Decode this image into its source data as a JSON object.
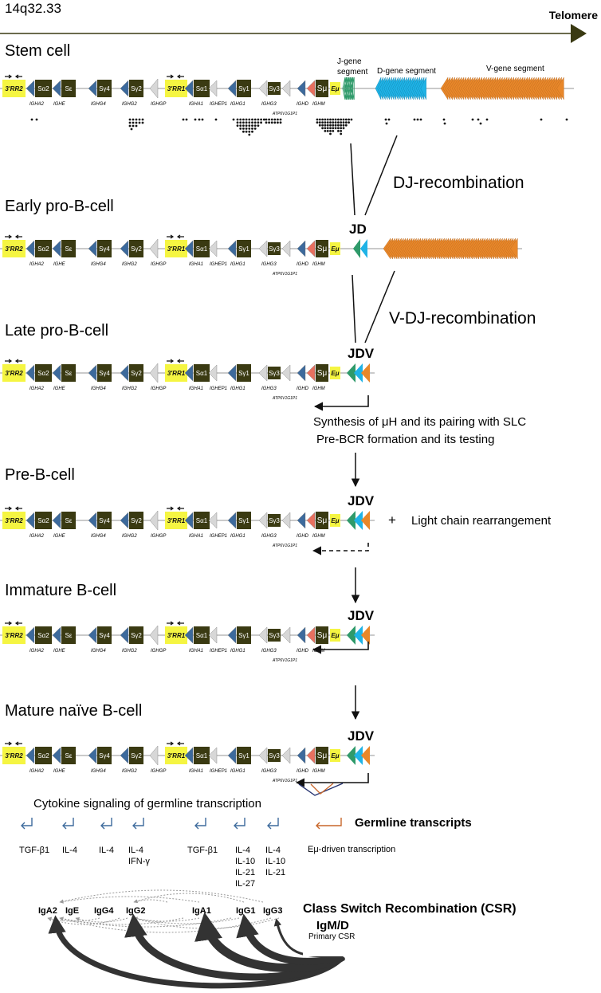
{
  "header": {
    "locus": "14q32.33",
    "telomere": "Telomere"
  },
  "colors": {
    "box_yellow": "#f5f542",
    "box_dark": "#3a3a12",
    "tri_blue": "#3d6a9c",
    "tri_grey": "#d7d7d7",
    "tri_red": "#e8705f",
    "j_green": "#2f9a6a",
    "d_cyan": "#1fb3e6",
    "v_orange": "#e8872a",
    "backbone": "#aaaaaa",
    "csr_dark": "#333333",
    "germline_blue": "#3d6a9c",
    "germline_orange": "#c8662a"
  },
  "locus": {
    "switch_labels": {
      "rr2": "3'RR2",
      "sa2": "Sα2",
      "se": "Sε",
      "sg4": "Sγ4",
      "sg2": "Sγ2",
      "rr1": "3'RR1",
      "sa1": "Sα1",
      "sg1": "Sγ1",
      "sg3": "Sγ3",
      "smu": "Sμ",
      "emu": "Eμ"
    },
    "gene_labels": {
      "igha2": "IGHA2",
      "ighe": "IGHE",
      "ighg4": "IGHG4",
      "ighg2": "IGHG2",
      "ighgp": "IGHGP",
      "igha1": "IGHA1",
      "ighep1": "IGHEP1",
      "ighg1": "IGHG1",
      "ighg3": "IGHG3",
      "ighd": "IGHD",
      "ighm": "IGHM",
      "atp": "ATP6V1G1P1"
    },
    "segments": {
      "j": "J-gene\nsegment",
      "d": "D-gene segment",
      "v": "V-gene segment"
    }
  },
  "stages": [
    {
      "name": "Stem cell"
    },
    {
      "name": "Early pro-B-cell",
      "tag": "JD"
    },
    {
      "name": "Late pro-B-cell",
      "tag": "JDV"
    },
    {
      "name": "Pre-B-cell",
      "tag": "JDV"
    },
    {
      "name": "Immature B-cell",
      "tag": "JDV"
    },
    {
      "name": "Mature naïve B-cell",
      "tag": "JDV"
    }
  ],
  "events": {
    "dj": "DJ-recombination",
    "vdj": "V-DJ-recombination",
    "synthesis_1": "Synthesis of μH and its pairing with SLC",
    "synthesis_2": "Pre-BCR formation and its testing",
    "plus": "+",
    "light_chain": "Light chain rearrangement"
  },
  "cytokine": {
    "title": "Cytokine signaling of germline transcription",
    "germline": "Germline transcripts",
    "emu_driven": "Eμ-driven transcription",
    "groups": [
      [
        "TGF-β1"
      ],
      [
        "IL-4"
      ],
      [
        "IL-4"
      ],
      [
        "IL-4",
        "IFN-γ"
      ],
      [
        "TGF-β1"
      ],
      [
        "IL-4",
        "IL-10",
        "IL-21",
        "IL-27"
      ],
      [
        "IL-4",
        "IL-10",
        "IL-21"
      ]
    ]
  },
  "csr": {
    "title": "Class Switch Recombination (CSR)",
    "isotypes": [
      "IgA2",
      "IgE",
      "IgG4",
      "IgG2",
      "IgA1",
      "IgG1",
      "IgG3"
    ],
    "origin": "IgM/D",
    "primary": "Primary CSR"
  }
}
